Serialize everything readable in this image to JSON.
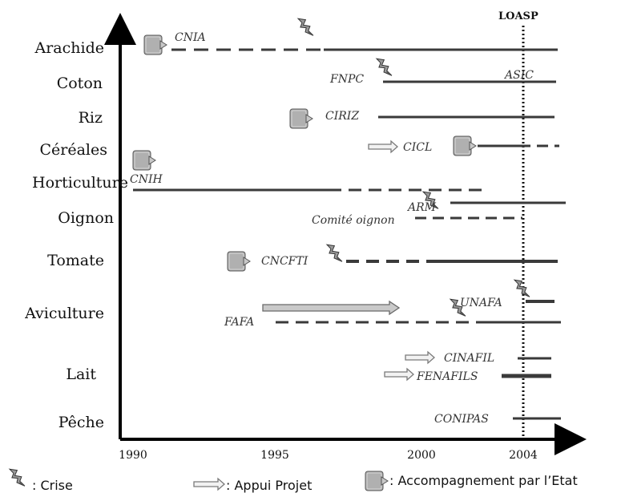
{
  "categories": [
    "Arachide",
    "Coton",
    "Riz",
    "Céréales",
    "Horticulture",
    "Oignon",
    "Tomate",
    "Aviculture",
    "Lait",
    "Pêche"
  ],
  "x_ticks": [
    "1990",
    "1995",
    "2000",
    "2004"
  ],
  "loasp_label": "LOASP",
  "org_labels": {
    "cnia": "CNIA",
    "fnpc": "FNPC",
    "asic": "ASIC",
    "ciriz": "CIRIZ",
    "cicl": "CICL",
    "cnih": "CNIH",
    "arm": "ARM",
    "comite_oignon": "Comité oignon",
    "cncfti": "CNCFTI",
    "unafa": "UNAFA",
    "fafa": "FAFA",
    "cinafil": "CINAFIL",
    "fenafils": "FENAFILS",
    "conipas": "CONIPAS"
  },
  "legend": {
    "crise": ": Crise",
    "appui": ": Appui Projet",
    "etat": ": Accompagnement par l’Etat"
  },
  "colors": {
    "line": "#3a3a3a",
    "axis": "#000000",
    "icon": "#a9a9a9",
    "arrow": "#8f8f8f"
  }
}
